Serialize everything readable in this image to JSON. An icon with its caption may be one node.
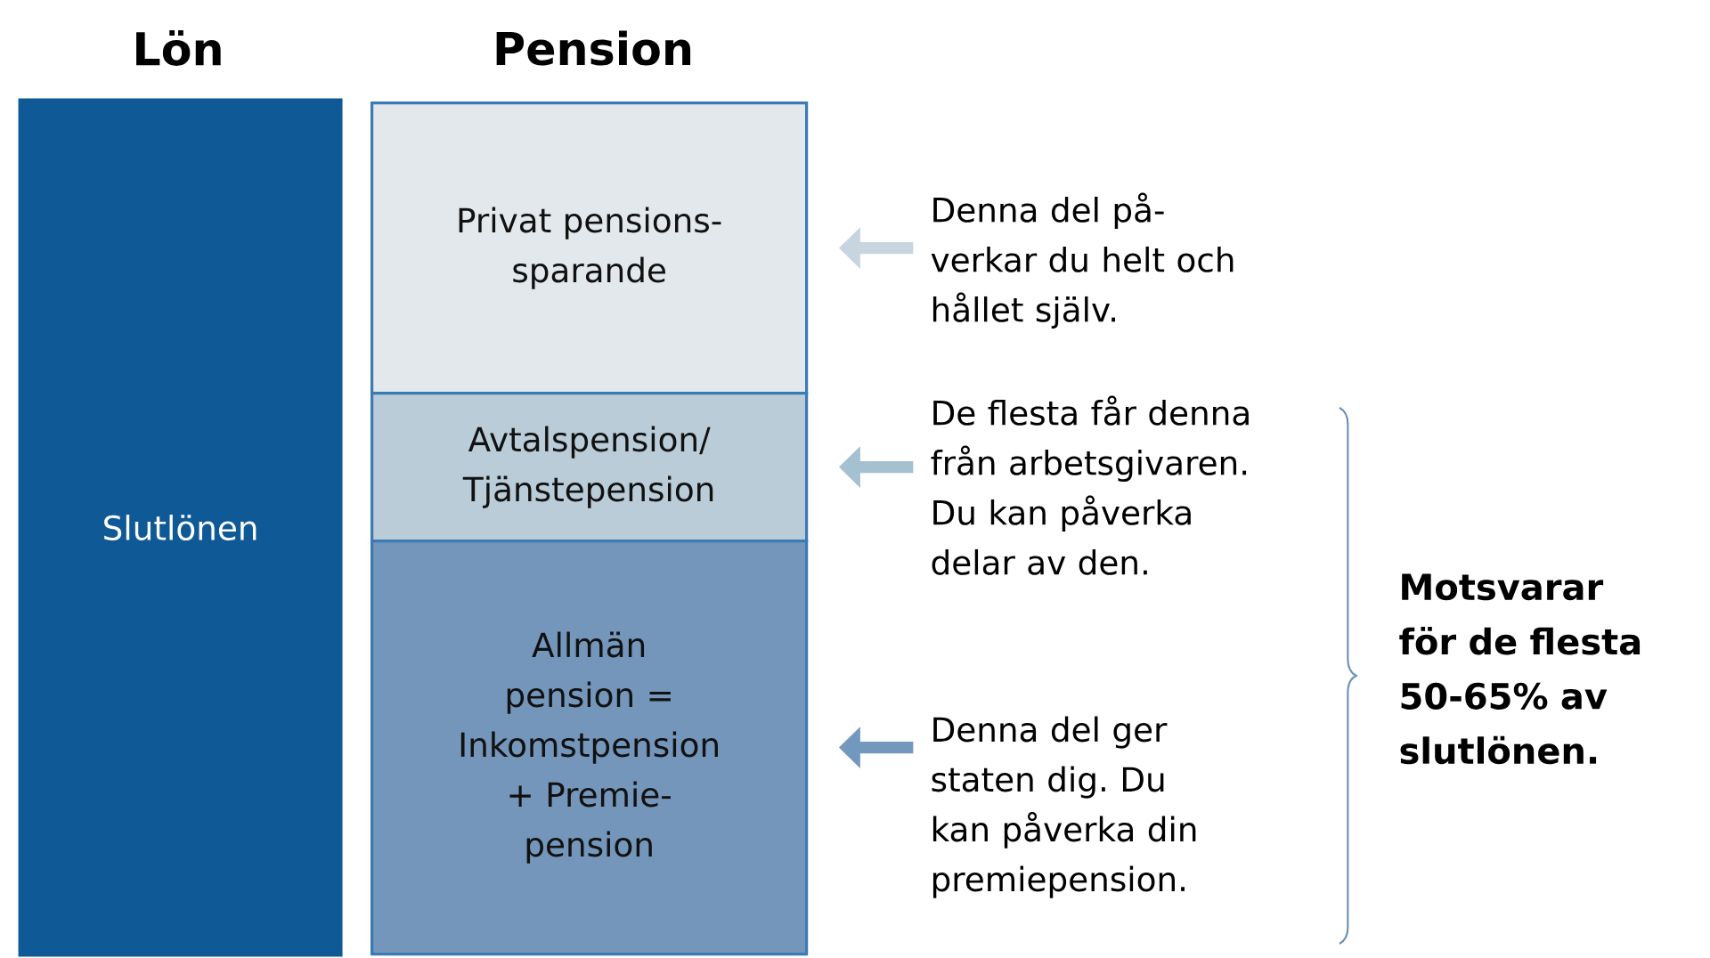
{
  "diagram": {
    "nodes": [
      {
        "text": [
          "Slutlönen"
        ]
      },
      {
        "text": [
          "Privat pensions- sparande"
        ]
      },
      {
        "text": [
          "Avtalspension/ Tjänstepension"
        ]
      },
      {
        "text": [
          "Allmän pension = Inkomstpension + Premie- pension"
        ]
      },
      {
        "text": [
          "Denna del på- verkar du helt och hållet själv."
        ]
      },
      {
        "text": [
          "De flesta får denna från arbetsgivaren. Du kan påverka delar av den."
        ]
      },
      {
        "text": [
          "Denna del ger staten dig. Du kan påverka din premiepension."
        ]
      },
      {
        "text": [
          "Motsvarar för de flesta 50-65% av slutlönen."
        ]
      }
    ],
    "edges": [
      {
        "from": 4,
        "to": 1,
        "arrow": "to",
        "color": "#c8d5de"
      },
      {
        "from": 5,
        "to": 2,
        "arrow": "to",
        "color": "#a5c0d0"
      },
      {
        "from": 6,
        "to": 3,
        "arrow": "to",
        "color": "#7398bd"
      }
    ],
    "labels": [
      "Lön",
      "Pension"
    ]
  }
}
